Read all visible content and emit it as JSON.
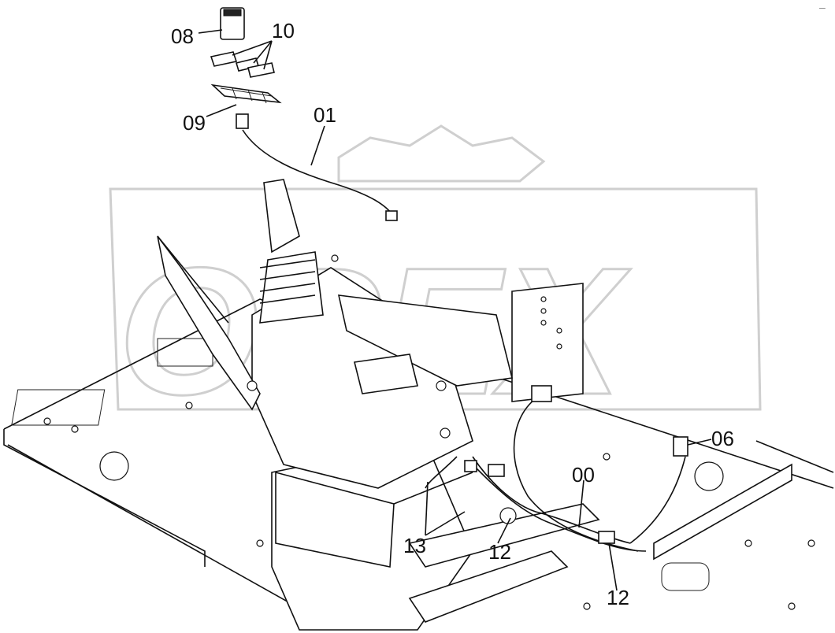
{
  "corner_mark": "–",
  "watermark": {
    "text": "OPEX"
  },
  "callouts": [
    {
      "id": "08",
      "label": "08"
    },
    {
      "id": "10",
      "label": "10"
    },
    {
      "id": "09",
      "label": "09"
    },
    {
      "id": "01",
      "label": "01"
    },
    {
      "id": "06",
      "label": "06"
    },
    {
      "id": "00",
      "label": "00"
    },
    {
      "id": "13",
      "label": "13"
    },
    {
      "id": "12a",
      "label": "12"
    },
    {
      "id": "12b",
      "label": "12"
    }
  ]
}
